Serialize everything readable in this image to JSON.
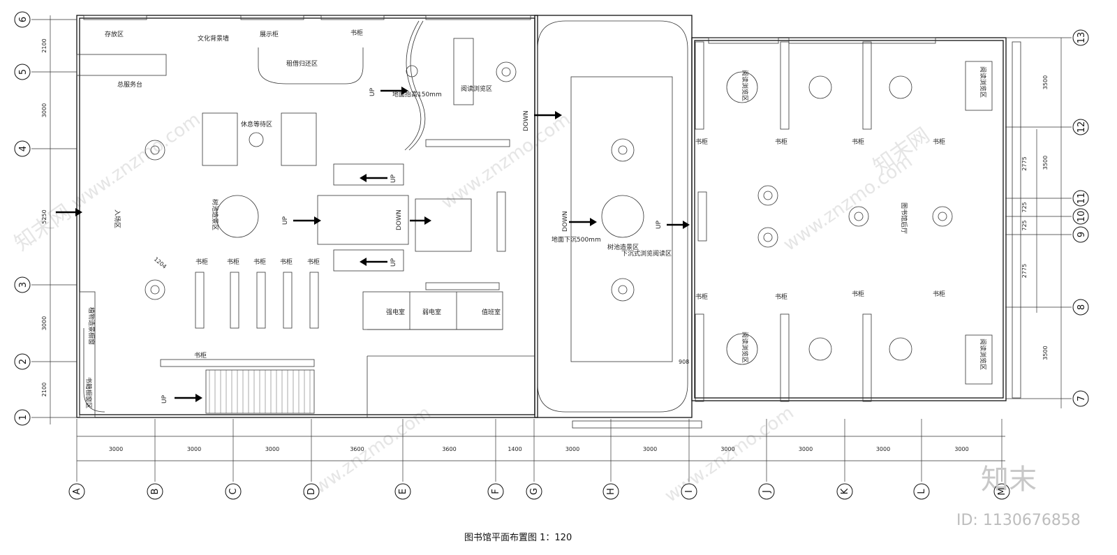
{
  "title": "图书馆平面布置图 1：120",
  "watermark_text": "www.znzmo.com",
  "watermark_brand": "知末网",
  "logo_text": "知末",
  "id_text": "ID: 1130676858",
  "axes_vertical_left": [
    "6",
    "5",
    "4",
    "3",
    "2",
    "1"
  ],
  "axes_vertical_right": [
    "13",
    "12",
    "11",
    "10",
    "9",
    "8",
    "7"
  ],
  "axes_horizontal": [
    "A",
    "B",
    "C",
    "D",
    "E",
    "F",
    "G",
    "H",
    "I",
    "J",
    "K",
    "L",
    "M"
  ],
  "dims_bottom": [
    "3000",
    "3000",
    "3000",
    "3600",
    "3600",
    "1400",
    "3000",
    "3000",
    "3000",
    "3000",
    "3000",
    "3000"
  ],
  "dims_left": [
    "2100",
    "3000",
    "5250",
    "3000",
    "2100"
  ],
  "dims_right": [
    "3500",
    "3500",
    "2775",
    "725",
    "725",
    "2775",
    "3500"
  ],
  "rooms": {
    "cunfang": "存放区",
    "wenhua": "文化背景墙",
    "zhanshi": "展示柜",
    "shugui_top": "书柜",
    "zujie": "租借归还区",
    "zongfuwu": "总服务台",
    "xiuxi": "休息等待区",
    "dimian150": "地面抬高150mm",
    "yuedu_top": "阅读浏览区",
    "rukou": "入场区",
    "shuchi": "树池造景区",
    "zhiwu": "植物造景橱窗",
    "shuji": "书籍橱窗区",
    "qiangdian": "强电室",
    "ruodian": "弱电室",
    "zhiban": "值班室",
    "dimian500": "地面下沉500mm",
    "shuchi2": "树池造景区",
    "xiachen": "下沉式浏览阅读区",
    "houting": "图书馆后厅",
    "yuedu_r1": "阅读浏览区",
    "yuedu_r2": "阅读浏览区",
    "yuedu_r3": "阅读浏览区",
    "yuedu_r4": "阅读浏览区",
    "shugui": "书柜",
    "up": "UP",
    "down": "DOWN",
    "d1204": "1204",
    "d908": "908"
  }
}
